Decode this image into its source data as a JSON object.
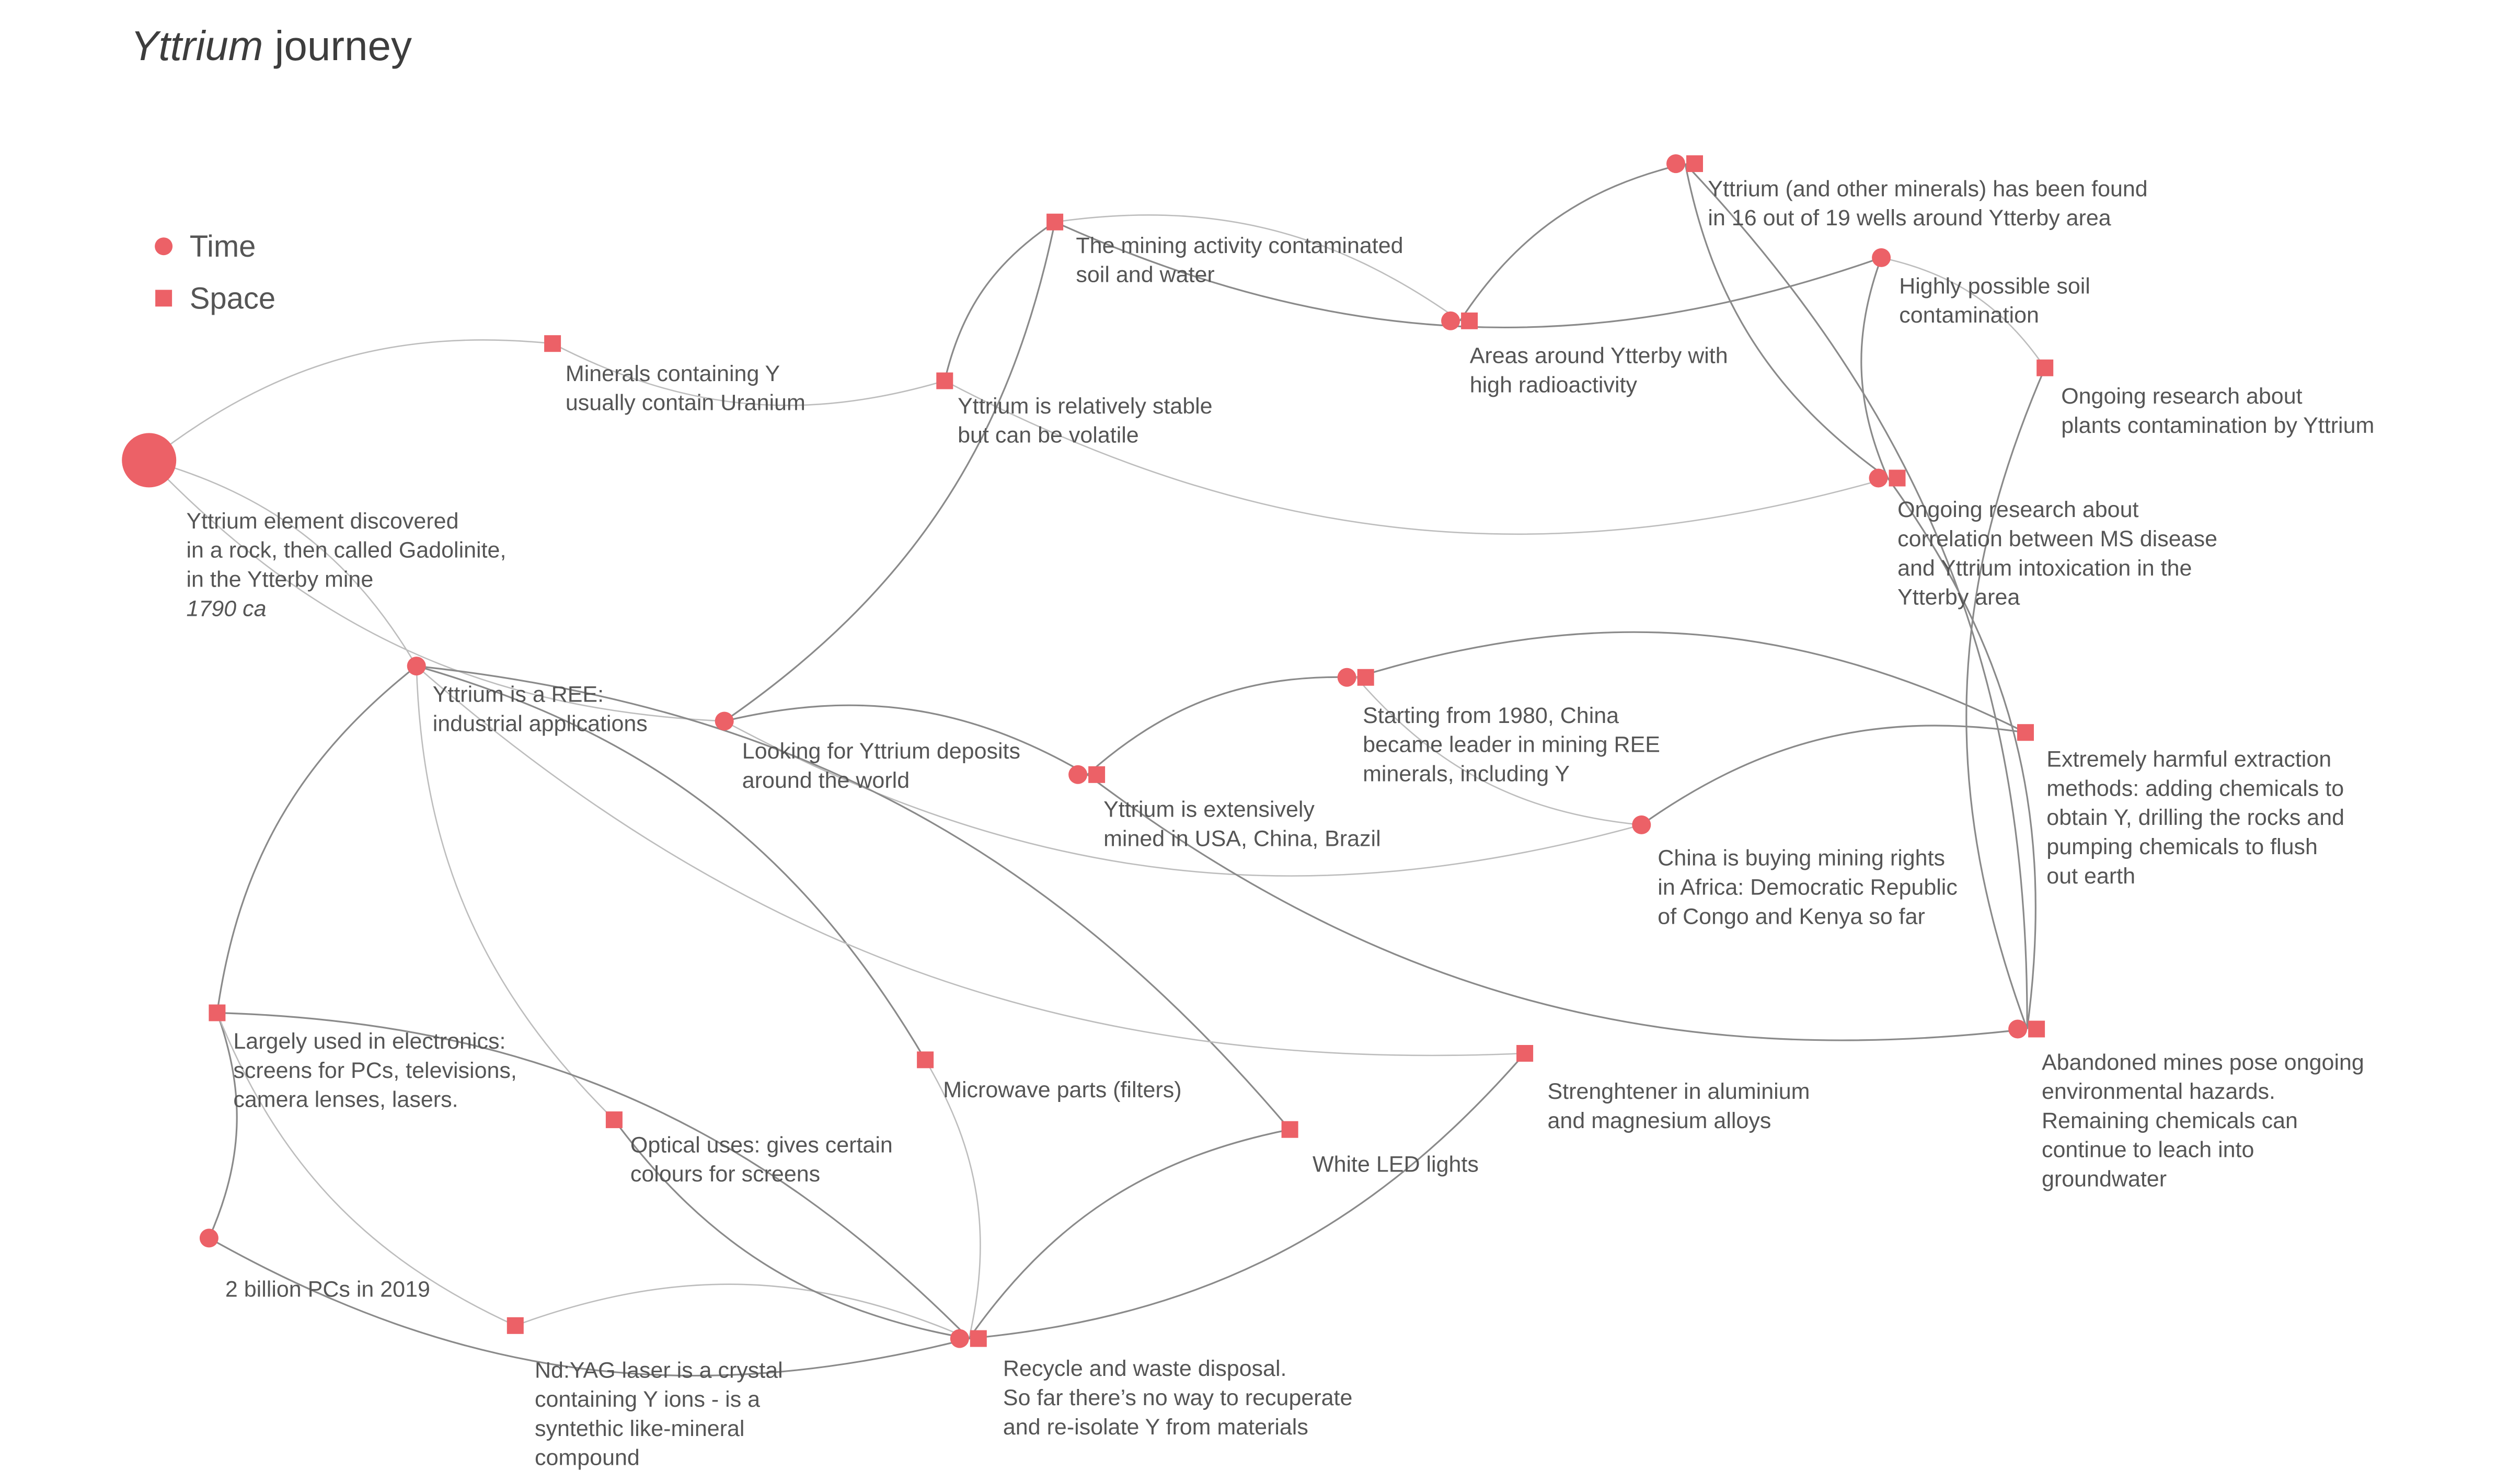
{
  "title": {
    "italic": "Yttrium",
    "rest": " journey"
  },
  "legend": [
    {
      "shape": "circle",
      "label": "Time"
    },
    {
      "shape": "square",
      "label": "Space"
    }
  ],
  "colors": {
    "marker": "#ec6167",
    "edge": "#8a8a8a",
    "text": "#555555"
  },
  "nodes": [
    {
      "id": "discovered",
      "markers": [
        "big-circle"
      ],
      "lines": [
        "Yttrium element discovered",
        "in a rock, then called Gadolinite,",
        "in the Ytterby mine"
      ],
      "note": "1790 ca"
    },
    {
      "id": "uranium",
      "markers": [
        "square"
      ],
      "lines": [
        "Minerals containing Y",
        "usually contain Uranium"
      ]
    },
    {
      "id": "stable",
      "markers": [
        "square"
      ],
      "lines": [
        "Yttrium is relatively stable",
        "but can be volatile"
      ]
    },
    {
      "id": "contaminated",
      "markers": [
        "square"
      ],
      "lines": [
        "The mining activity contaminated",
        "soil and water"
      ]
    },
    {
      "id": "radioactivity",
      "markers": [
        "circle",
        "square"
      ],
      "lines": [
        "Areas around Ytterby with",
        "high radioactivity"
      ]
    },
    {
      "id": "wells",
      "markers": [
        "circle",
        "square"
      ],
      "lines": [
        "Yttrium (and other minerals) has been found",
        "in 16 out of 19 wells around Ytterby area"
      ]
    },
    {
      "id": "soil",
      "markers": [
        "circle"
      ],
      "lines": [
        "Highly possible soil",
        "contamination"
      ]
    },
    {
      "id": "plants",
      "markers": [
        "square"
      ],
      "lines": [
        "Ongoing research about",
        "plants contamination by Yttrium"
      ]
    },
    {
      "id": "ms",
      "markers": [
        "circle",
        "square"
      ],
      "lines": [
        "Ongoing research about",
        "correlation between MS disease",
        "and Yttrium intoxication in the",
        "Ytterby area"
      ]
    },
    {
      "id": "ree",
      "markers": [
        "circle"
      ],
      "lines": [
        "Yttrium is a REE:",
        "industrial applications"
      ]
    },
    {
      "id": "deposits",
      "markers": [
        "circle"
      ],
      "lines": [
        "Looking for Yttrium deposits",
        "around the world"
      ]
    },
    {
      "id": "mined",
      "markers": [
        "circle",
        "square"
      ],
      "lines": [
        "Yttrium is extensively",
        "mined in USA, China, Brazil"
      ]
    },
    {
      "id": "china1980",
      "markers": [
        "circle",
        "square"
      ],
      "lines": [
        "Starting from 1980, China",
        "became leader in mining REE",
        "minerals, including Y"
      ]
    },
    {
      "id": "africa",
      "markers": [
        "circle"
      ],
      "lines": [
        "China is buying mining rights",
        "in Africa: Democratic Republic",
        "of Congo and Kenya so far"
      ]
    },
    {
      "id": "extraction",
      "markers": [
        "square"
      ],
      "lines": [
        "Extremely harmful extraction",
        "methods: adding chemicals to",
        "obtain Y, drilling the rocks and",
        "pumping chemicals to flush",
        "out earth"
      ]
    },
    {
      "id": "abandoned",
      "markers": [
        "circle",
        "square"
      ],
      "lines": [
        "Abandoned mines pose ongoing",
        "environmental hazards.",
        "Remaining chemicals can",
        "continue to leach into",
        "groundwater"
      ]
    },
    {
      "id": "electronics",
      "markers": [
        "square"
      ],
      "lines": [
        "Largely used in electronics:",
        "screens for PCs, televisions,",
        "camera lenses, lasers."
      ]
    },
    {
      "id": "microwave",
      "markers": [
        "square"
      ],
      "lines": [
        "Microwave parts (filters)"
      ]
    },
    {
      "id": "optical",
      "markers": [
        "square"
      ],
      "lines": [
        "Optical uses: gives certain",
        "colours for screens"
      ]
    },
    {
      "id": "led",
      "markers": [
        "square"
      ],
      "lines": [
        "White LED lights"
      ]
    },
    {
      "id": "alloys",
      "markers": [
        "square"
      ],
      "lines": [
        "Strenghtener in aluminium",
        "and magnesium alloys"
      ]
    },
    {
      "id": "pcs",
      "markers": [
        "circle"
      ],
      "lines": [
        "2 billion PCs in 2019"
      ]
    },
    {
      "id": "laser",
      "markers": [
        "square"
      ],
      "lines": [
        "Nd:YAG laser is a crystal",
        "containing Y ions - is a",
        "syntethic like-mineral",
        "compound"
      ]
    },
    {
      "id": "recycle",
      "markers": [
        "circle",
        "square"
      ],
      "lines": [
        "Recycle and waste disposal.",
        "So far there’s no way to recuperate",
        "and re-isolate Y from materials"
      ]
    }
  ],
  "edges": [
    {
      "from": "discovered",
      "to": "uranium",
      "style": "light"
    },
    {
      "from": "uranium",
      "to": "stable",
      "style": "light"
    },
    {
      "from": "discovered",
      "to": "ree",
      "style": "light"
    },
    {
      "from": "discovered",
      "to": "deposits",
      "style": "light"
    },
    {
      "from": "stable",
      "to": "contaminated",
      "style": "dark"
    },
    {
      "from": "stable",
      "to": "ms",
      "style": "light"
    },
    {
      "from": "contaminated",
      "to": "radioactivity",
      "style": "light"
    },
    {
      "from": "contaminated",
      "to": "soil",
      "style": "dark"
    },
    {
      "from": "radioactivity",
      "to": "wells",
      "style": "dark"
    },
    {
      "from": "wells",
      "to": "ms",
      "style": "dark"
    },
    {
      "from": "wells",
      "to": "abandoned",
      "style": "dark"
    },
    {
      "from": "soil",
      "to": "ms",
      "style": "dark"
    },
    {
      "from": "soil",
      "to": "plants",
      "style": "light"
    },
    {
      "from": "plants",
      "to": "abandoned",
      "style": "dark"
    },
    {
      "from": "ms",
      "to": "abandoned",
      "style": "dark"
    },
    {
      "from": "deposits",
      "to": "contaminated",
      "style": "dark"
    },
    {
      "from": "deposits",
      "to": "mined",
      "style": "dark"
    },
    {
      "from": "deposits",
      "to": "africa",
      "style": "light"
    },
    {
      "from": "mined",
      "to": "china1980",
      "style": "dark"
    },
    {
      "from": "mined",
      "to": "abandoned",
      "style": "dark"
    },
    {
      "from": "china1980",
      "to": "extraction",
      "style": "dark"
    },
    {
      "from": "china1980",
      "to": "africa",
      "style": "light"
    },
    {
      "from": "africa",
      "to": "extraction",
      "style": "dark"
    },
    {
      "from": "ree",
      "to": "electronics",
      "style": "dark"
    },
    {
      "from": "ree",
      "to": "microwave",
      "style": "dark"
    },
    {
      "from": "ree",
      "to": "optical",
      "style": "light"
    },
    {
      "from": "ree",
      "to": "led",
      "style": "dark"
    },
    {
      "from": "ree",
      "to": "alloys",
      "style": "light"
    },
    {
      "from": "electronics",
      "to": "pcs",
      "style": "dark"
    },
    {
      "from": "electronics",
      "to": "laser",
      "style": "light"
    },
    {
      "from": "electronics",
      "to": "recycle",
      "style": "dark"
    },
    {
      "from": "pcs",
      "to": "recycle",
      "style": "dark"
    },
    {
      "from": "laser",
      "to": "recycle",
      "style": "light"
    },
    {
      "from": "optical",
      "to": "recycle",
      "style": "dark"
    },
    {
      "from": "microwave",
      "to": "recycle",
      "style": "light"
    },
    {
      "from": "led",
      "to": "recycle",
      "style": "dark"
    },
    {
      "from": "alloys",
      "to": "recycle",
      "style": "dark"
    }
  ]
}
